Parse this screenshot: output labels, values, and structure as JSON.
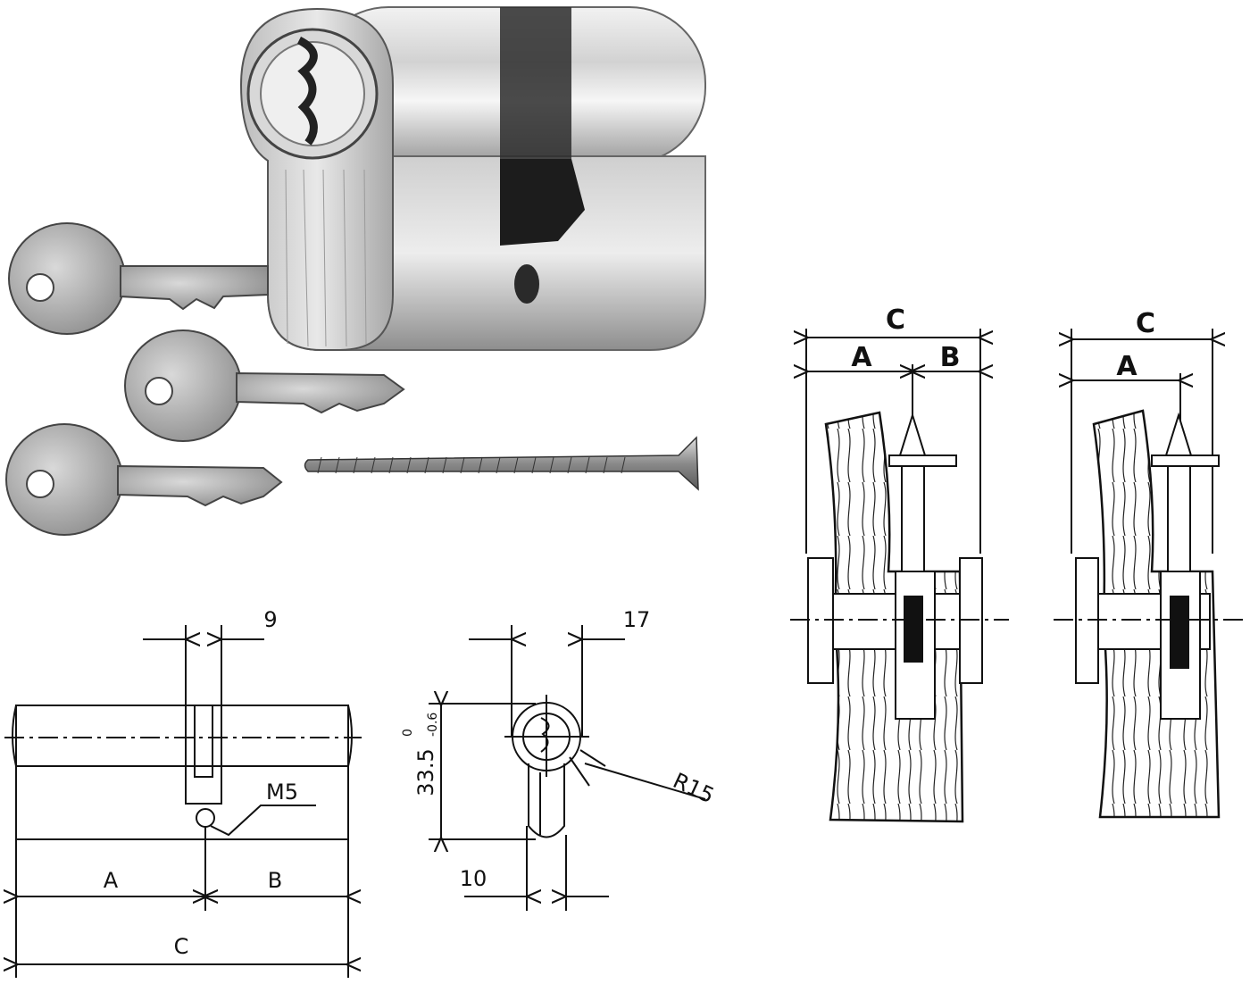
{
  "photo": {
    "keys": [
      "key-1",
      "key-2",
      "key-3"
    ],
    "screw": "fixing-screw",
    "cylinder": "euro-profile-double-cylinder"
  },
  "drawing_left": {
    "dim_cam_width": "9",
    "dim_screw_thread": "M5",
    "dim_a": "A",
    "dim_b": "B",
    "dim_c": "C"
  },
  "drawing_profile": {
    "dim_body_width": "17",
    "dim_height_main": "33.5",
    "dim_height_tol_upper": "0",
    "dim_height_tol_lower": "-0.6",
    "dim_radius": "R15",
    "dim_lower_width": "10"
  },
  "mount_1": {
    "label_c": "C",
    "label_a": "A",
    "label_b": "B"
  },
  "mount_2": {
    "label_c": "C",
    "label_a": "A"
  },
  "colors": {
    "line": "#111111",
    "metal_light": "#e4e4e4",
    "metal_mid": "#bdbdbd",
    "metal_dark": "#7a7a7a"
  }
}
